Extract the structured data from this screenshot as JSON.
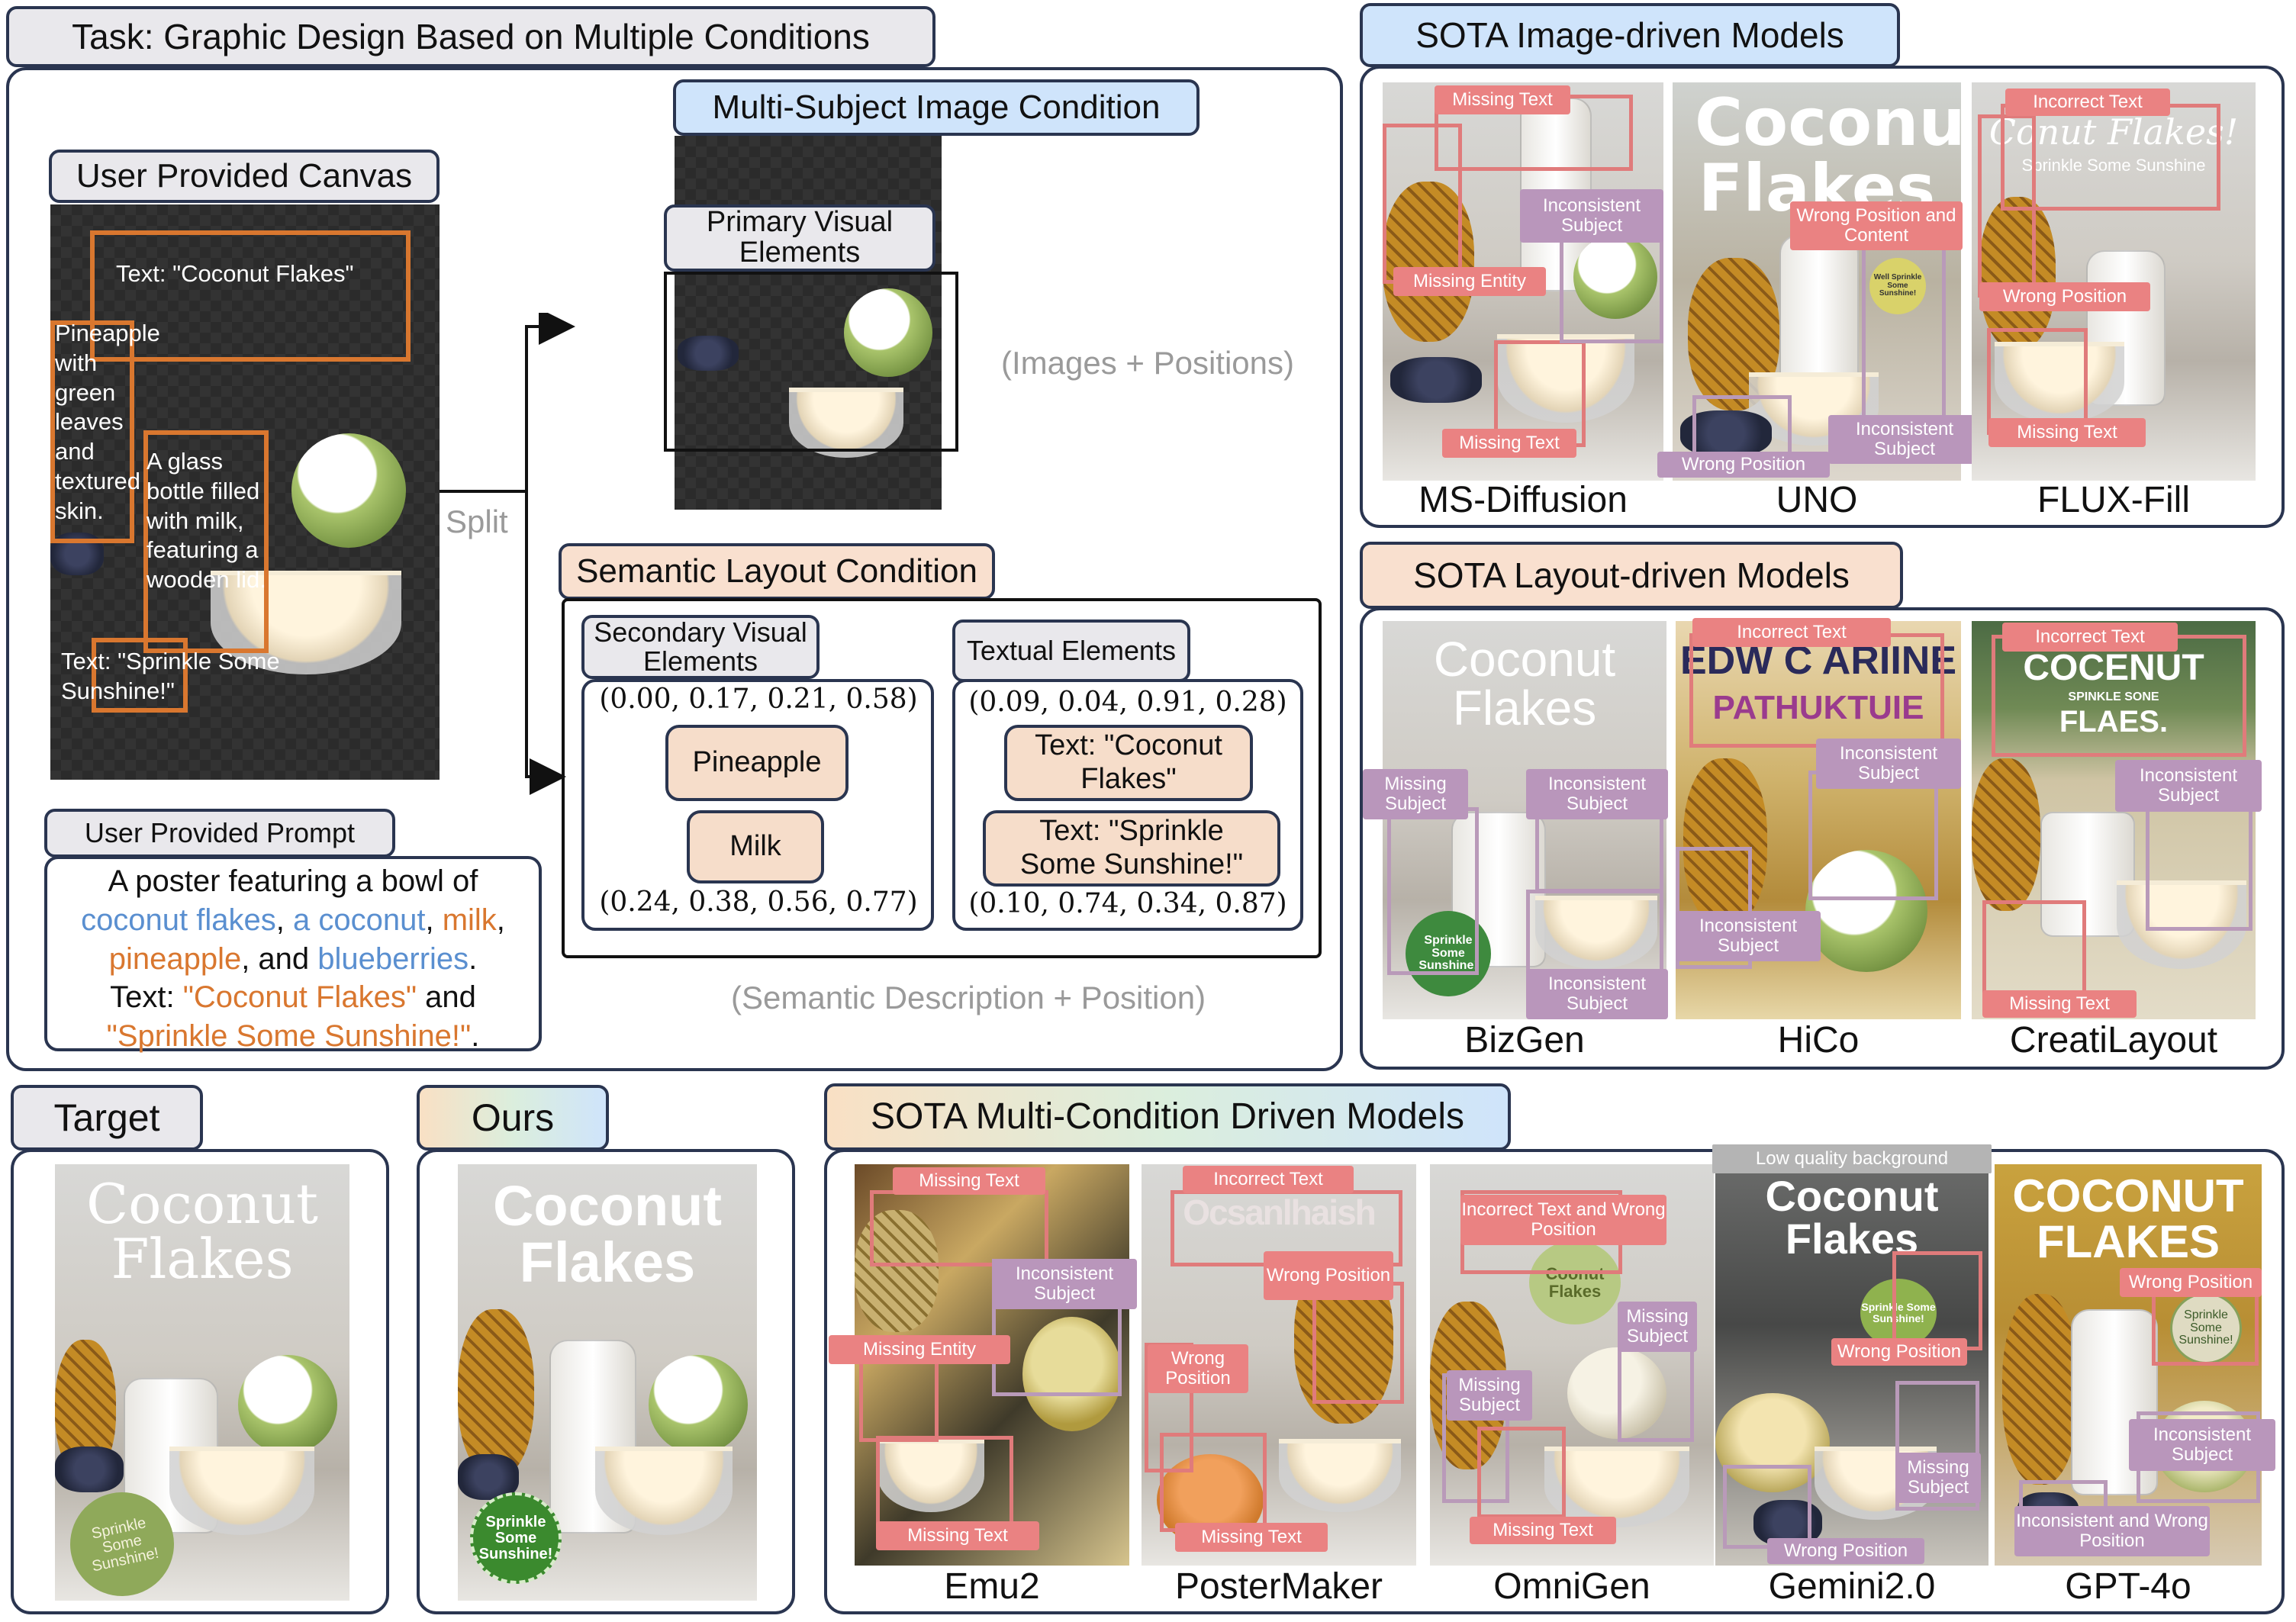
{
  "task": {
    "title": "Task: Graphic Design Based on Multiple Conditions",
    "canvas_title": "User Provided Canvas",
    "canvas_text_1": "Text: \"Coconut Flakes\"",
    "canvas_text_2": "Pineapple with green leaves and textured skin.",
    "canvas_text_3": "A glass bottle filled with milk, featuring a wooden lid.",
    "canvas_text_4": "Text: \"Sprinkle Some Sunshine!\"",
    "split_label": "Split",
    "prompt_title": "User Provided Prompt",
    "prompt": {
      "p1": "A poster featuring a bowl of",
      "p2a": "coconut flakes",
      "p2b": ", ",
      "p2c": "a coconut",
      "p2d": ", ",
      "p2e": "milk",
      "p2f": ",",
      "p3a": "pineapple",
      "p3b": ", and ",
      "p3c": "blueberries",
      "p3d": ".",
      "p4a": "Text: ",
      "p4b": "\"Coconut Flakes\"",
      "p4c": " and",
      "p5a": "\"Sprinkle Some Sunshine!\"",
      "p5b": "."
    },
    "image_condition_title": "Multi-Subject Image Condition",
    "primary_title": "Primary Visual Elements",
    "images_positions": "(Images + Positions)",
    "layout_condition_title": "Semantic Layout Condition",
    "secondary_title": "Secondary Visual Elements",
    "textual_title": "Textual Elements",
    "coord_pineapple": "(0.00, 0.17, 0.21, 0.58)",
    "coord_milk": "(0.24, 0.38, 0.56, 0.77)",
    "coord_text1": "(0.09, 0.04, 0.91, 0.28)",
    "coord_text2": "(0.10, 0.74, 0.34, 0.87)",
    "elem_pineapple": "Pineapple",
    "elem_milk": "Milk",
    "elem_text1": "Text: \"Coconut Flakes\"",
    "elem_text2": "Text: \"Sprinkle Some Sunshine!\"",
    "semantic_note": "(Semantic Description + Position)"
  },
  "image_models": {
    "title": "SOTA Image-driven Models",
    "names": [
      "MS-Diffusion",
      "UNO",
      "FLUX-Fill"
    ],
    "labels": {
      "ms_missing_text_1": "Missing Text",
      "ms_inconsistent": "Inconsistent Subject",
      "ms_missing_entity": "Missing Entity",
      "ms_missing_text_2": "Missing Text",
      "uno_title": "Coconut Flakes",
      "uno_wrong_pos_content": "Wrong Position and Content",
      "uno_inconsistent": "Inconsistent Subject",
      "uno_wrong_pos": "Wrong Position",
      "flux_incorrect": "Incorrect Text",
      "flux_title": "Conut Flakes!",
      "flux_sub": "Sprinkle Some Sunshine",
      "flux_wrong_pos": "Wrong Position",
      "flux_missing": "Missing Text"
    }
  },
  "layout_models": {
    "title": "SOTA Layout-driven Models",
    "names": [
      "BizGen",
      "HiCo",
      "CreatiLayout"
    ],
    "labels": {
      "biz_title": "Coconut Flakes",
      "biz_missing_subject": "Missing Subject",
      "biz_inconsistent_1": "Inconsistent Subject",
      "biz_inconsistent_2": "Inconsistent Subject",
      "biz_badge": "Sprinkle Some Sunshine!",
      "hico_incorrect": "Incorrect Text",
      "hico_t1": "EDW C ARIINE",
      "hico_t2": "PATHUKTUIE",
      "hico_inconsistent_1": "Inconsistent Subject",
      "hico_inconsistent_2": "Inconsistent Subject",
      "crea_incorrect": "Incorrect Text",
      "crea_t1": "COCENUT",
      "crea_t2": "SPINKLE SONE",
      "crea_t3": "FLAES.",
      "crea_inconsistent": "Inconsistent Subject",
      "crea_missing": "Missing Text"
    }
  },
  "target": {
    "title": "Target",
    "poster_title": "Coconut Flakes",
    "badge": "Sprinkle Some Sunshine!"
  },
  "ours": {
    "title": "Ours",
    "poster_title": "Coconut Flakes",
    "badge": "Sprinkle Some Sunshine!"
  },
  "multi_models": {
    "title": "SOTA  Multi-Condition Driven Models",
    "names": [
      "Emu2",
      "PosterMaker",
      "OmniGen",
      "Gemini2.0",
      "GPT-4o"
    ],
    "labels": {
      "emu_missing_text_1": "Missing Text",
      "emu_inconsistent": "Inconsistent Subject",
      "emu_missing_entity": "Missing Entity",
      "emu_missing_text_2": "Missing Text",
      "pm_incorrect": "Incorrect Text",
      "pm_wrong_pos_1": "Wrong Position",
      "pm_wrong_pos_2": "Wrong Position",
      "pm_missing": "Missing Text",
      "omni_incorrect": "Incorrect Text  and Wrong Position",
      "omni_missing_subject_1": "Missing Subject",
      "omni_missing_subject_2": "Missing Subject",
      "omni_missing_text": "Missing Text",
      "gem_low_quality": "Low quality background",
      "gem_title": "Coconut Flakes",
      "gem_badge": "Sprinkle Some Sunshine!",
      "gem_wrong_pos_1": "Wrong Position",
      "gem_missing_subject": "Missing Subject",
      "gem_wrong_pos_2": "Wrong Position",
      "gpt_title": "COCONUT FLAKES",
      "gpt_wrong_pos": "Wrong Position",
      "gpt_badge": "Sprinkle Some Sunshine!",
      "gpt_inconsistent": "Inconsistent Subject",
      "gpt_inconsistent_wrong": "Inconsistent and Wrong Position"
    }
  },
  "colors": {
    "orange": "#d9772f",
    "blue": "#5a8fd0",
    "label_red": "#ea8282",
    "label_purple": "#b996bb",
    "panel_border": "#2a3550"
  }
}
